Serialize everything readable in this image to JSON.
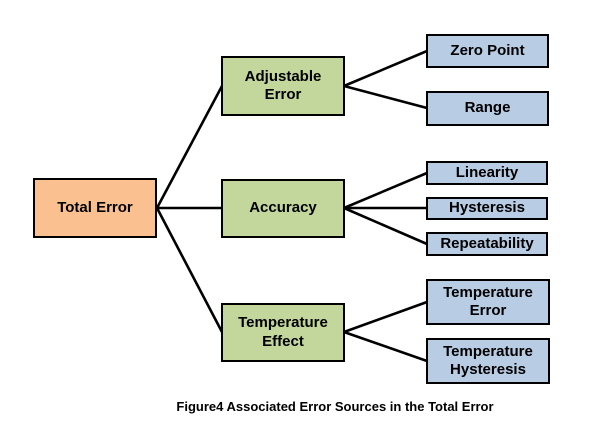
{
  "colors": {
    "root_fill": "#FAC090",
    "branch_fill": "#C3D69B",
    "leaf_fill": "#B8CCE4",
    "border": "#000000",
    "connector": "#000000",
    "background": "#FFFFFF",
    "text": "#000000"
  },
  "nodes": {
    "total_error": {
      "label": "Total Error"
    },
    "adjustable_error": {
      "label": "Adjustable\nError"
    },
    "accuracy": {
      "label": "Accuracy"
    },
    "temperature_effect": {
      "label": "Temperature\nEffect"
    },
    "zero_point": {
      "label": "Zero Point"
    },
    "range": {
      "label": "Range"
    },
    "linearity": {
      "label": "Linearity"
    },
    "hysteresis": {
      "label": "Hysteresis"
    },
    "repeatability": {
      "label": "Repeatability"
    },
    "temperature_error": {
      "label": "Temperature\nError"
    },
    "temperature_hysteresis": {
      "label": "Temperature\nHysteresis"
    }
  },
  "edges": [
    {
      "from": "Total Error",
      "to": "Adjustable Error"
    },
    {
      "from": "Total Error",
      "to": "Accuracy"
    },
    {
      "from": "Total Error",
      "to": "Temperature Effect"
    },
    {
      "from": "Adjustable Error",
      "to": "Zero Point"
    },
    {
      "from": "Adjustable Error",
      "to": "Range"
    },
    {
      "from": "Accuracy",
      "to": "Linearity"
    },
    {
      "from": "Accuracy",
      "to": "Hysteresis"
    },
    {
      "from": "Accuracy",
      "to": "Repeatability"
    },
    {
      "from": "Temperature Effect",
      "to": "Temperature Error"
    },
    {
      "from": "Temperature Effect",
      "to": "Temperature Hysteresis"
    }
  ],
  "caption": {
    "text": "Figure4 Associated Error Sources in the Total Error"
  }
}
